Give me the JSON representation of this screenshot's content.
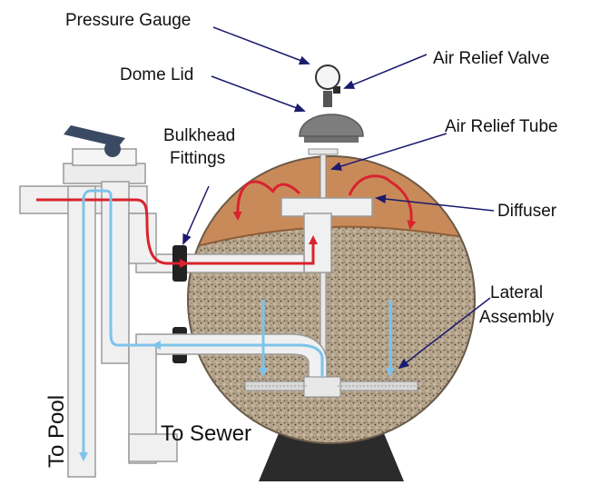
{
  "labels": {
    "pressure_gauge": "Pressure Gauge",
    "air_relief_valve": "Air Relief Valve",
    "dome_lid": "Dome Lid",
    "air_relief_tube": "Air Relief Tube",
    "bulkhead_line1": "Bulkhead",
    "bulkhead_line2": "Fittings",
    "diffuser": "Diffuser",
    "lateral_line1": "Lateral",
    "lateral_line2": "Assembly",
    "to_pool": "To Pool",
    "to_sewer": "To Sewer"
  },
  "colors": {
    "tank_top": "#c98a5a",
    "media": "#b9a88f",
    "pipe": "#f0f0f0",
    "pipe_edge": "#9a9a9a",
    "flow_in": "#d9232e",
    "flow_out": "#7ec3ea",
    "pointer": "#1a1a6e",
    "base": "#2b2b2b",
    "dome": "#7d7d7d"
  },
  "icons": [
    "pressure-gauge-icon",
    "multiport-valve-handle-icon",
    "arrowhead-icon"
  ]
}
